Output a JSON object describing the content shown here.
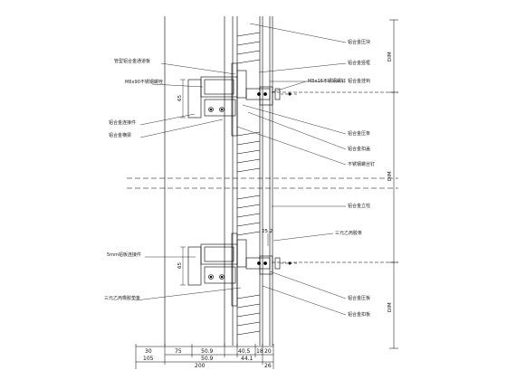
{
  "drawing": {
    "type": "curtain wall section detail",
    "left_labels": {
      "top_1": "管型铝合金通道板",
      "top_bolt": "M6x90不锈钢螺栓",
      "top_2": "铝合金连接件",
      "top_3": "铝合金横梁",
      "bottom_1": "5mm铝板连接件",
      "bottom_2": "三元乙丙橡胶垫条"
    },
    "right_labels": {
      "r1": "铝合金压块",
      "r2": "铝合金竖框",
      "r3": "铝合金挂钩",
      "r4": "M5x16不锈钢螺钉",
      "r5": "铝合金压条",
      "r6": "铝合金扣盖",
      "r7": "不锈钢螺丝钉",
      "r8": "铝合金立柱",
      "r9": "三元乙丙胶条",
      "r10": "铝合金压板",
      "r11": "铝合金扣板"
    },
    "dims_bottom_row1": [
      "30",
      "75",
      "50.9",
      "40.5",
      "18",
      "20"
    ],
    "dims_bottom_row2": [
      "105",
      "50.9",
      "44.1"
    ],
    "dims_bottom_total": [
      "200",
      "26"
    ],
    "dims_vertical_left": [
      "65",
      "65"
    ],
    "dims_small": "25.2",
    "dims_right": [
      "DIM",
      "DIM",
      "DIM"
    ],
    "line_color": "#000000"
  }
}
